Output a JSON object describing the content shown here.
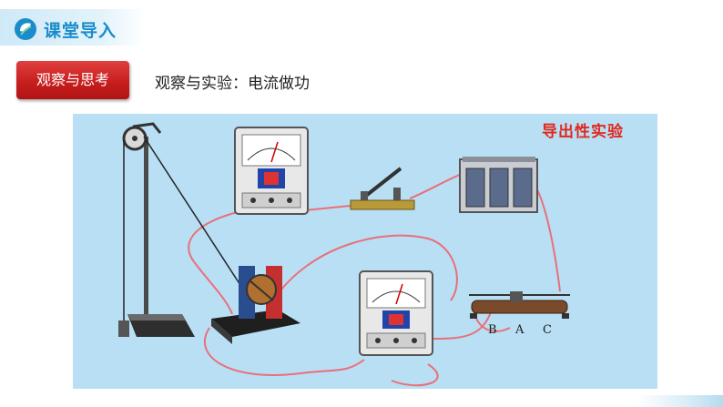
{
  "header": {
    "title": "课堂导入",
    "logo_icon": "leaf-logo-icon"
  },
  "section_label": "观察与思考",
  "subtitle": "观察与实验：电流做功",
  "figure": {
    "caption": "导出性实验",
    "rheostat_terminals": [
      "B",
      "A",
      "C"
    ],
    "components": [
      "pulley-stand-with-weight",
      "ammeter",
      "knife-switch",
      "battery-pack",
      "electric-motor",
      "voltmeter",
      "sliding-rheostat"
    ]
  },
  "colors": {
    "accent_blue": "#1a8ccc",
    "label_red": "#c81e1e",
    "figure_bg": "#b9dff4",
    "wire": "#e8707a"
  }
}
